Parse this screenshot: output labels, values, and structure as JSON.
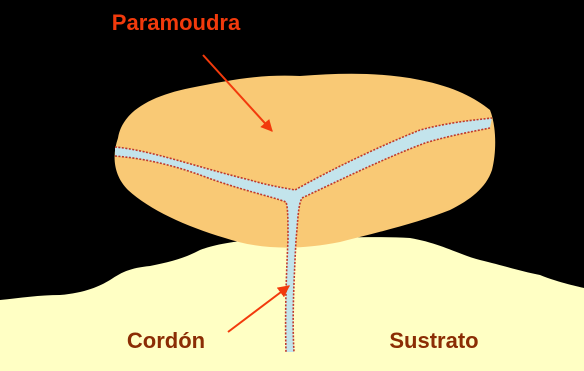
{
  "diagram": {
    "labels": {
      "title": "Paramoudra",
      "cord": "Cordón",
      "substrate": "Sustrato"
    },
    "colors": {
      "background": "#000000",
      "substrate": "#FFFFC4",
      "concretion": "#F9C975",
      "channel": "#C3E4EC",
      "channel_border": "#C0392B",
      "label_text": "#8B2D04",
      "title_text": "#F23A0C",
      "arrow": "#F23A0C"
    }
  }
}
